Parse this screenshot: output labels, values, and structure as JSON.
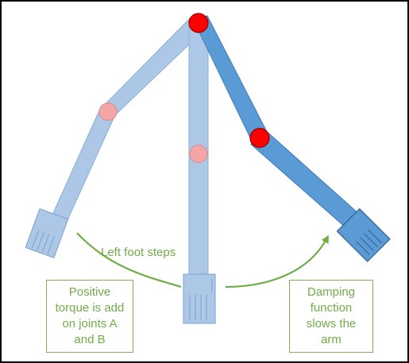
{
  "diagram": {
    "step_label": "Left foot steps",
    "left_box": "Positive\ntorque is add\non joints A\nand B",
    "right_box": "Damping\nfunction\nslows the\narm"
  },
  "colors": {
    "light_arm": "#adc8e6",
    "light_arm_stroke": "#8aaed6",
    "dark_arm": "#5b9bd5",
    "dark_arm_stroke": "#3e7cbf",
    "joint_red": "#ff0000",
    "joint_pink": "#f4a6a6",
    "arrow_green": "#70ad47"
  }
}
